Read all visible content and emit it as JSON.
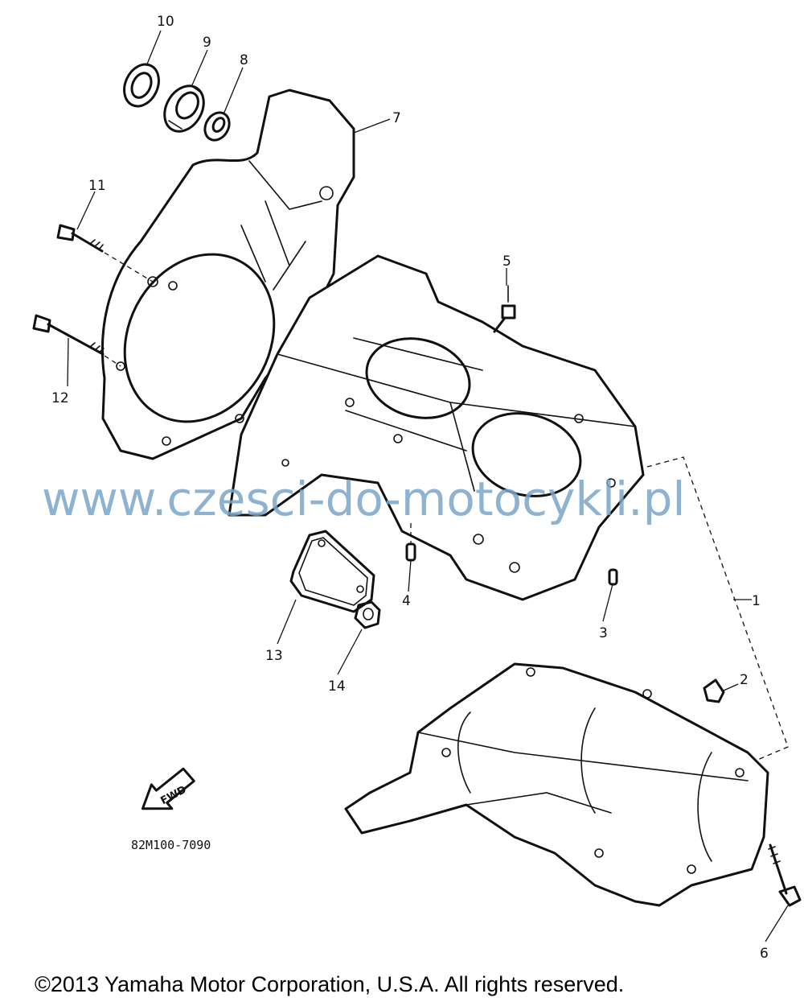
{
  "parts": [
    {
      "id": "part-1",
      "label": "1"
    },
    {
      "id": "part-2",
      "label": "2"
    },
    {
      "id": "part-3",
      "label": "3"
    },
    {
      "id": "part-4",
      "label": "4"
    },
    {
      "id": "part-5",
      "label": "5"
    },
    {
      "id": "part-6",
      "label": "6"
    },
    {
      "id": "part-7",
      "label": "7"
    },
    {
      "id": "part-8",
      "label": "8"
    },
    {
      "id": "part-9",
      "label": "9"
    },
    {
      "id": "part-10",
      "label": "10"
    },
    {
      "id": "part-11",
      "label": "11"
    },
    {
      "id": "part-12",
      "label": "12"
    },
    {
      "id": "part-13",
      "label": "13"
    },
    {
      "id": "part-14",
      "label": "14"
    }
  ],
  "fwd_label": "FWD",
  "drawing_code": "82M100-7090",
  "watermark": "www.czesci-do-motocykli.pl",
  "copyright": "©2013 Yamaha Motor Corporation, U.S.A. All rights reserved."
}
